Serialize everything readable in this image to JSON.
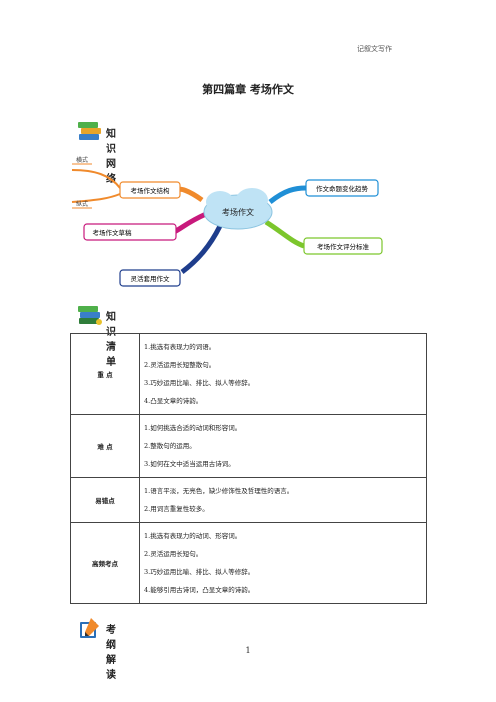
{
  "header_note": "记叙文写作",
  "title": "第四篇章  考场作文",
  "sections": {
    "network": "知识网络",
    "checklist": "知识清单",
    "outline": "考纲解读"
  },
  "mindmap": {
    "center": "考场作文",
    "structure": "考场作文结构",
    "draft": "考场作文草稿",
    "flexible": "灵活套用作文",
    "trend": "作文命题变化趋势",
    "standard": "考场作文评分标准",
    "horizontal": "横式",
    "vertical": "纵式"
  },
  "colors": {
    "orange": "#f08a2c",
    "magenta": "#c8197c",
    "navy": "#1e3d8c",
    "blue": "#1f8fd6",
    "green": "#7cc62c",
    "cloud": "#bfe3f5"
  },
  "table": [
    {
      "label": "重 点",
      "items": [
        "1.挑选有表现力的词语。",
        "2.灵活运用长短整散句。",
        "3.巧妙运用比喻、排比、拟人等修辞。",
        "4.凸显文章的诗韵。"
      ]
    },
    {
      "label": "难 点",
      "items": [
        "1.如何挑选合适的动词和形容词。",
        "2.整散句的运用。",
        "3.如何在文中适当运用古诗词。"
      ]
    },
    {
      "label": "易错点",
      "items": [
        "1.语言平淡，无亮色，缺少修饰性及哲理性的语言。",
        "2.用词言重复性较多。"
      ]
    },
    {
      "label": "高频考点",
      "items": [
        "1.挑选有表现力的动词、形容词。",
        "2.灵活运用长短句。",
        "3.巧妙运用比喻、排比、拟人等修辞。",
        "4.能够引用古诗词，凸显文章的诗韵。"
      ]
    }
  ],
  "page_number": "1"
}
